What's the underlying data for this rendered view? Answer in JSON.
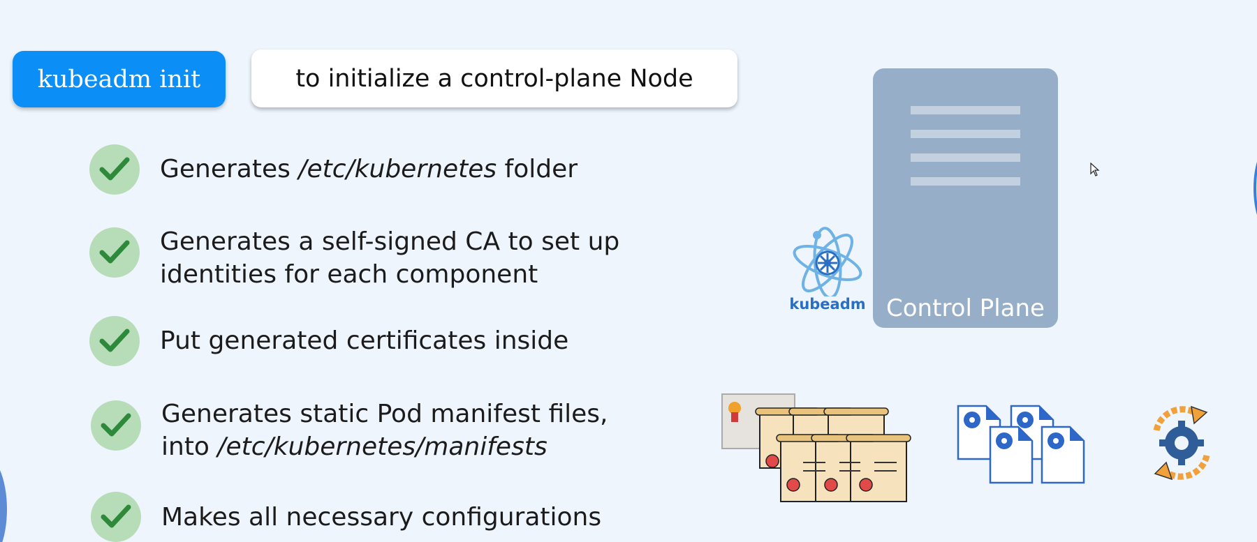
{
  "header": {
    "command": "kubeadm init",
    "description": "to initialize a control-plane Node"
  },
  "steps": [
    {
      "before": "Generates ",
      "em": "/etc/kubernetes",
      "after": " folder"
    },
    {
      "line1": "Generates a self-signed CA to set up",
      "line2": "identities for each component"
    },
    {
      "text": "Put generated certificates inside"
    },
    {
      "line1": "Generates static Pod manifest files,",
      "line2_prefix": "into ",
      "line2_em": "/etc/kubernetes/manifests"
    },
    {
      "text": "Makes all necessary configurations"
    }
  ],
  "diagram": {
    "control_plane_label": "Control Plane",
    "tool_label": "kubeadm"
  },
  "icons": {
    "check": "check-icon",
    "kubeadm": "kubeadm-logo-icon",
    "certificates": "certificates-icon",
    "manifests": "manifest-files-icon",
    "config": "gear-cycle-icon",
    "cursor": "mouse-cursor-icon"
  },
  "colors": {
    "accent": "#0b8ef5",
    "check_bg": "#b7dcb8",
    "check_mark": "#2e8a3a",
    "control_plane": "#97aec9",
    "background": "#eef5fd"
  }
}
